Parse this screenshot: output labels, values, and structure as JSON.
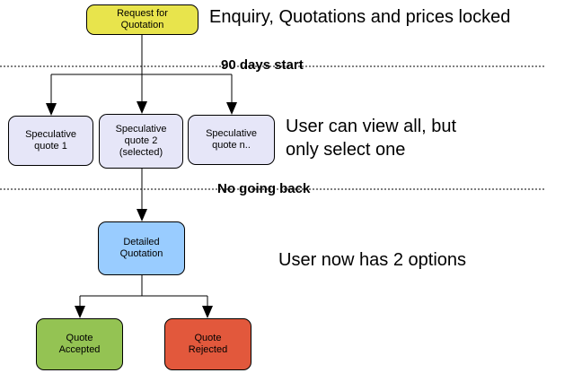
{
  "diagram": {
    "title_implicit": "Quotation process flowchart",
    "colors": {
      "background": "#ffffff",
      "line": "#000000",
      "request_fill": "#e8e44c",
      "speculative_fill": "#e6e6f8",
      "detailed_fill": "#99ccff",
      "accepted_fill": "#94c353",
      "rejected_fill": "#e2583c"
    },
    "nodes": {
      "request": {
        "label": "Request for\nQuotation"
      },
      "spec1": {
        "label": "Speculative\nquote 1"
      },
      "spec2": {
        "label": "Speculative\nquote 2\n(selected)"
      },
      "spec3": {
        "label": "Speculative\nquote n.."
      },
      "detailed": {
        "label": "Detailed\nQuotation"
      },
      "accepted": {
        "label": "Quote\nAccepted"
      },
      "rejected": {
        "label": "Quote\nRejected"
      }
    },
    "annotations": {
      "enquiry": "Enquiry, Quotations and prices locked",
      "days90": "90 days start",
      "view": "User can view all, but\nonly select one",
      "noback": "No going back",
      "options": "User now has 2 options"
    }
  }
}
